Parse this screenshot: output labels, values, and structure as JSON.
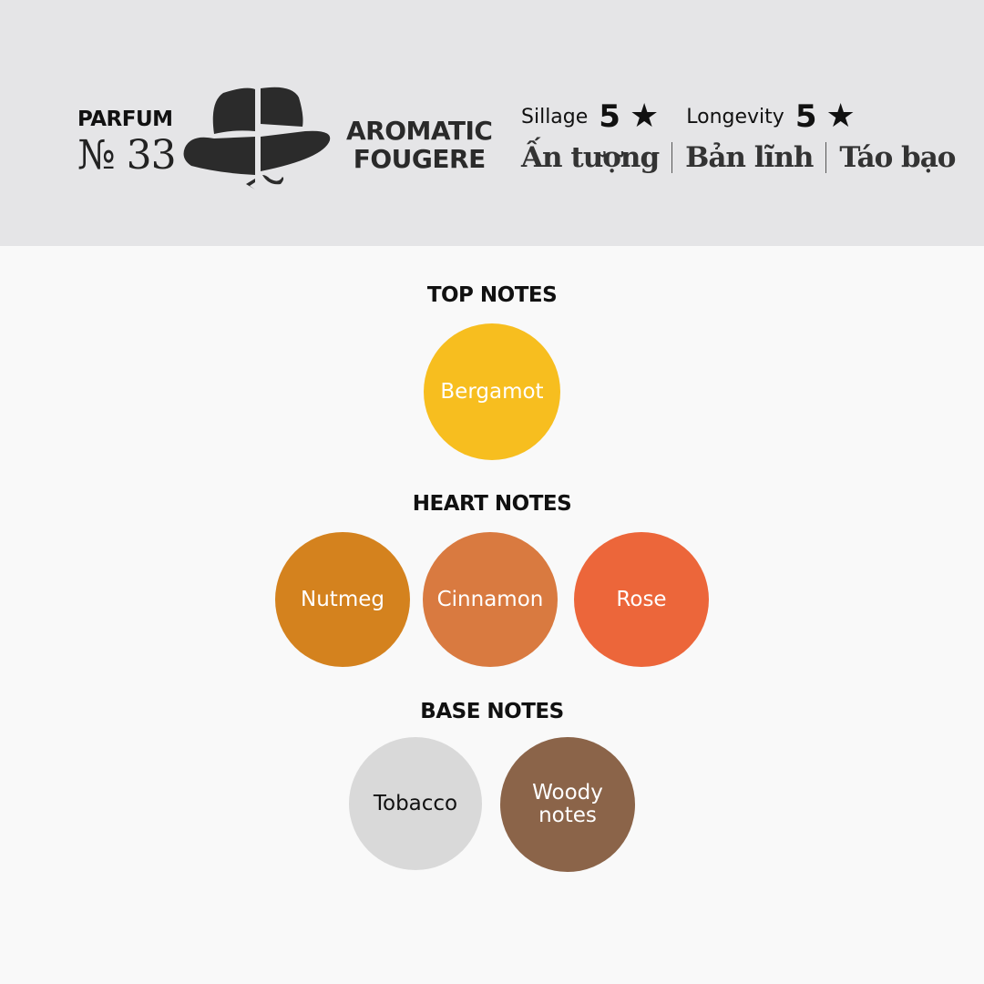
{
  "header": {
    "parfum_label": "PARFUM",
    "number": "№ 33",
    "family_line1": "AROMATIC",
    "family_line2": "FOUGERE",
    "sillage_label": "Sillage",
    "sillage_value": "5",
    "longevity_label": "Longevity",
    "longevity_value": "5",
    "star_icon": "★",
    "traits": [
      "Ấn tượng",
      "Bản lĩnh",
      "Táo bạo"
    ]
  },
  "sections": {
    "top": {
      "title": "TOP NOTES",
      "notes": [
        {
          "name": "Bergamot",
          "color": "#f7be1f"
        }
      ]
    },
    "heart": {
      "title": "HEART NOTES",
      "notes": [
        {
          "name": "Nutmeg",
          "color": "#d4821e"
        },
        {
          "name": "Cinnamon",
          "color": "#d97a40"
        },
        {
          "name": "Rose",
          "color": "#ec663a"
        }
      ]
    },
    "base": {
      "title": "BASE NOTES",
      "notes": [
        {
          "name": "Tobacco",
          "color": "#d9d9d9"
        },
        {
          "name": "Woody notes",
          "color": "#8b6449"
        }
      ]
    }
  }
}
